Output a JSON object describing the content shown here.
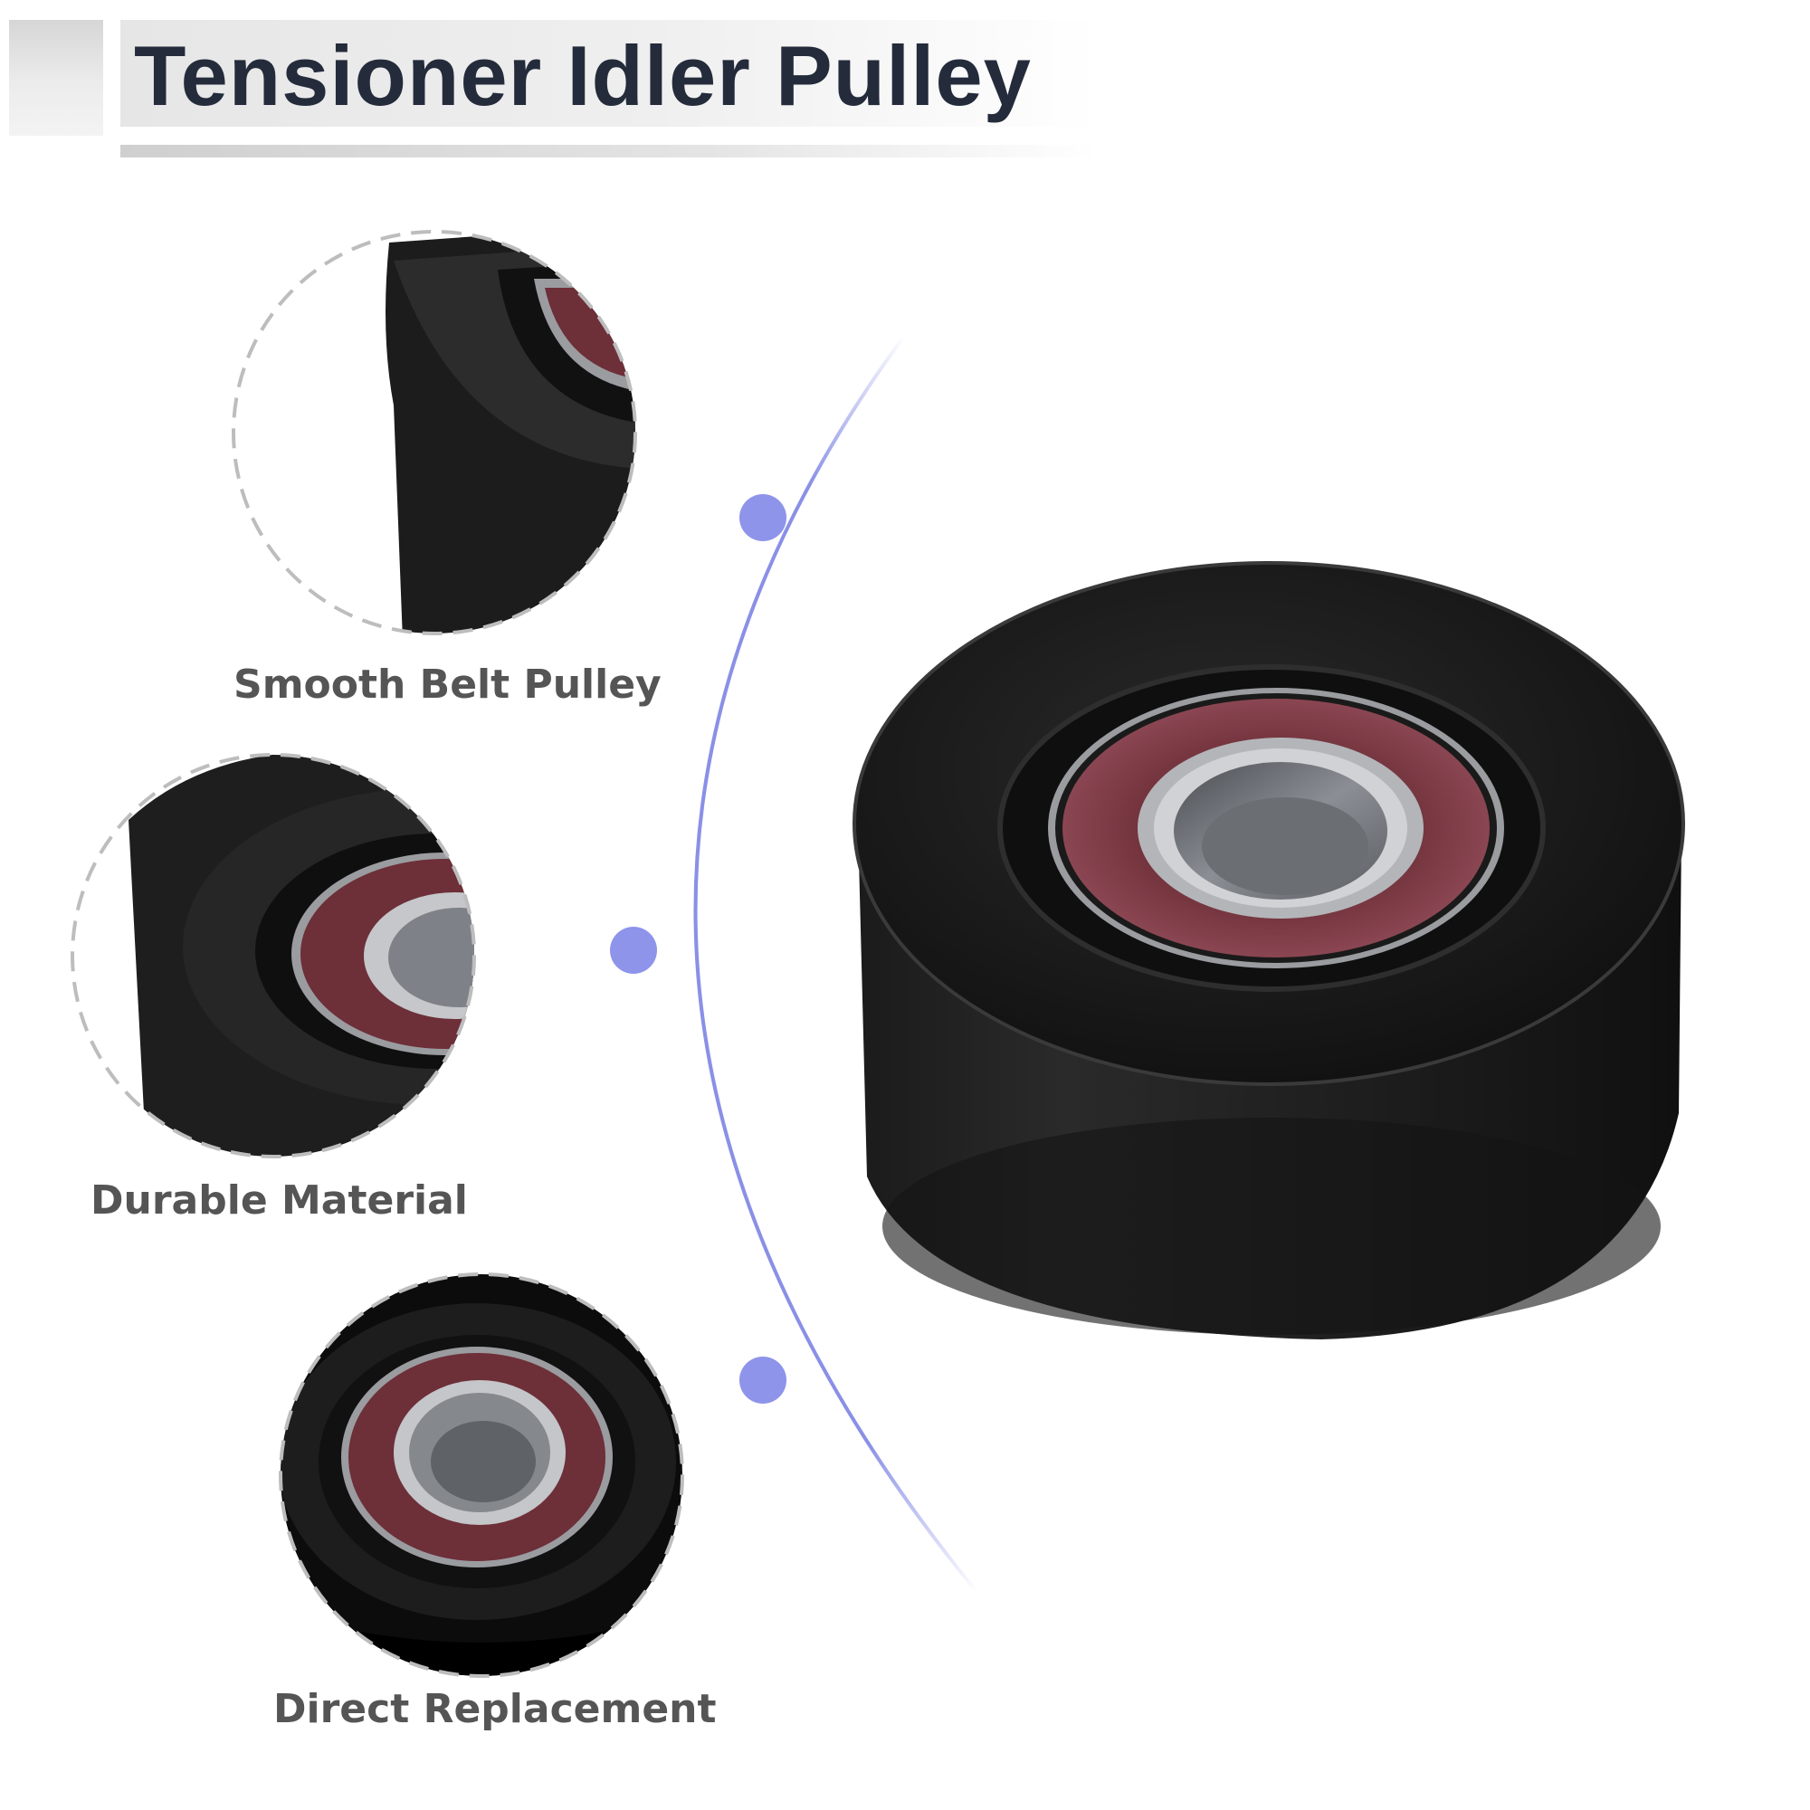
{
  "title": "Tensioner Idler Pulley",
  "features": [
    {
      "label": "Smooth Belt Pulley",
      "icon": "pulley-edge-closeup-icon"
    },
    {
      "label": "Durable Material",
      "icon": "pulley-bearing-closeup-icon"
    },
    {
      "label": "Direct Replacement",
      "icon": "pulley-front-closeup-icon"
    }
  ],
  "colors": {
    "title": "#242b3b",
    "label": "#555555",
    "accent_arc": "#8a90e6",
    "pulley_body": "#1a1a1a",
    "bearing_seal": "#7d3a45"
  }
}
